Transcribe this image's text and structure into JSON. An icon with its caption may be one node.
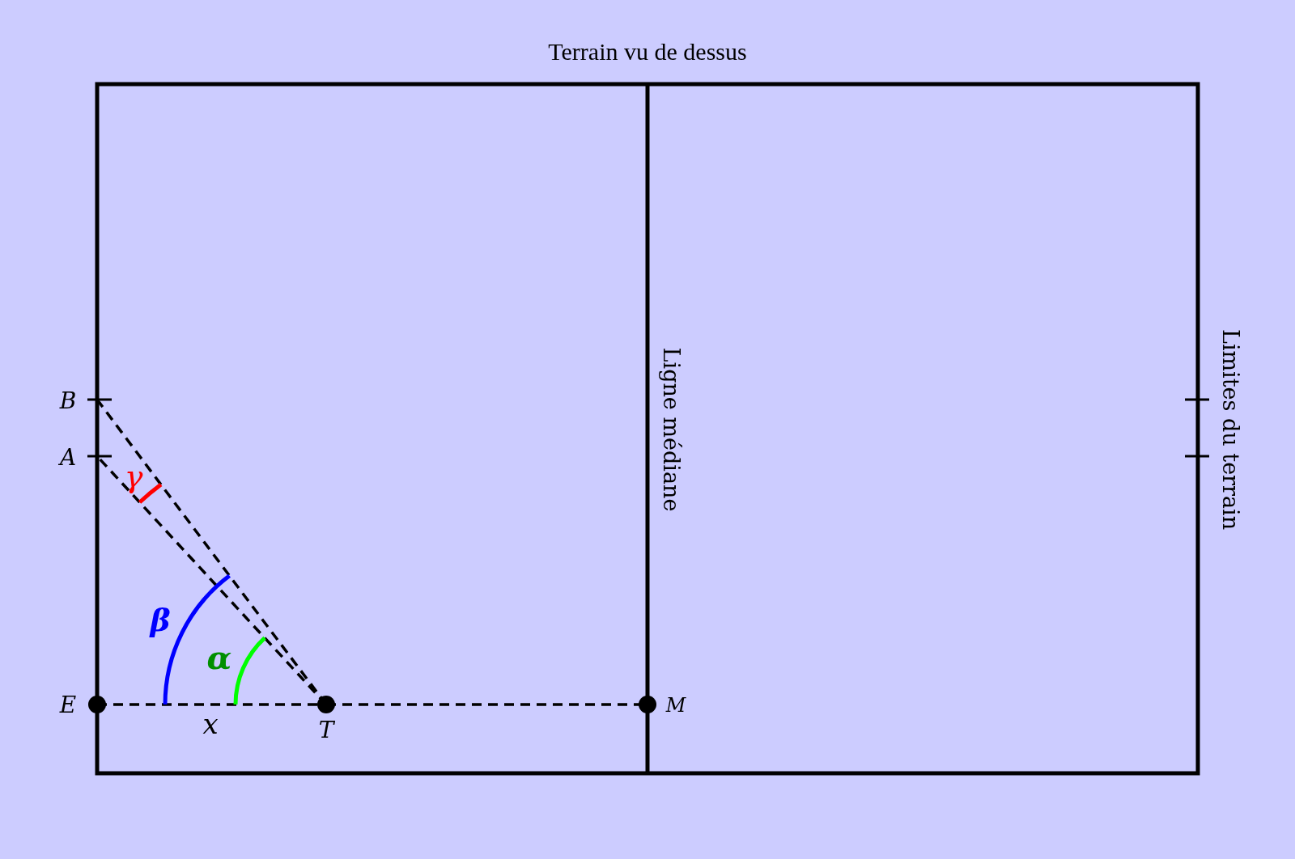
{
  "diagram": {
    "title": "Terrain vu de dessus",
    "labels": [
      "Ligne médiane",
      "Limites du terrain",
      "B",
      "A",
      "γ",
      "β",
      "α",
      "E",
      "x",
      "T",
      "M"
    ]
  }
}
